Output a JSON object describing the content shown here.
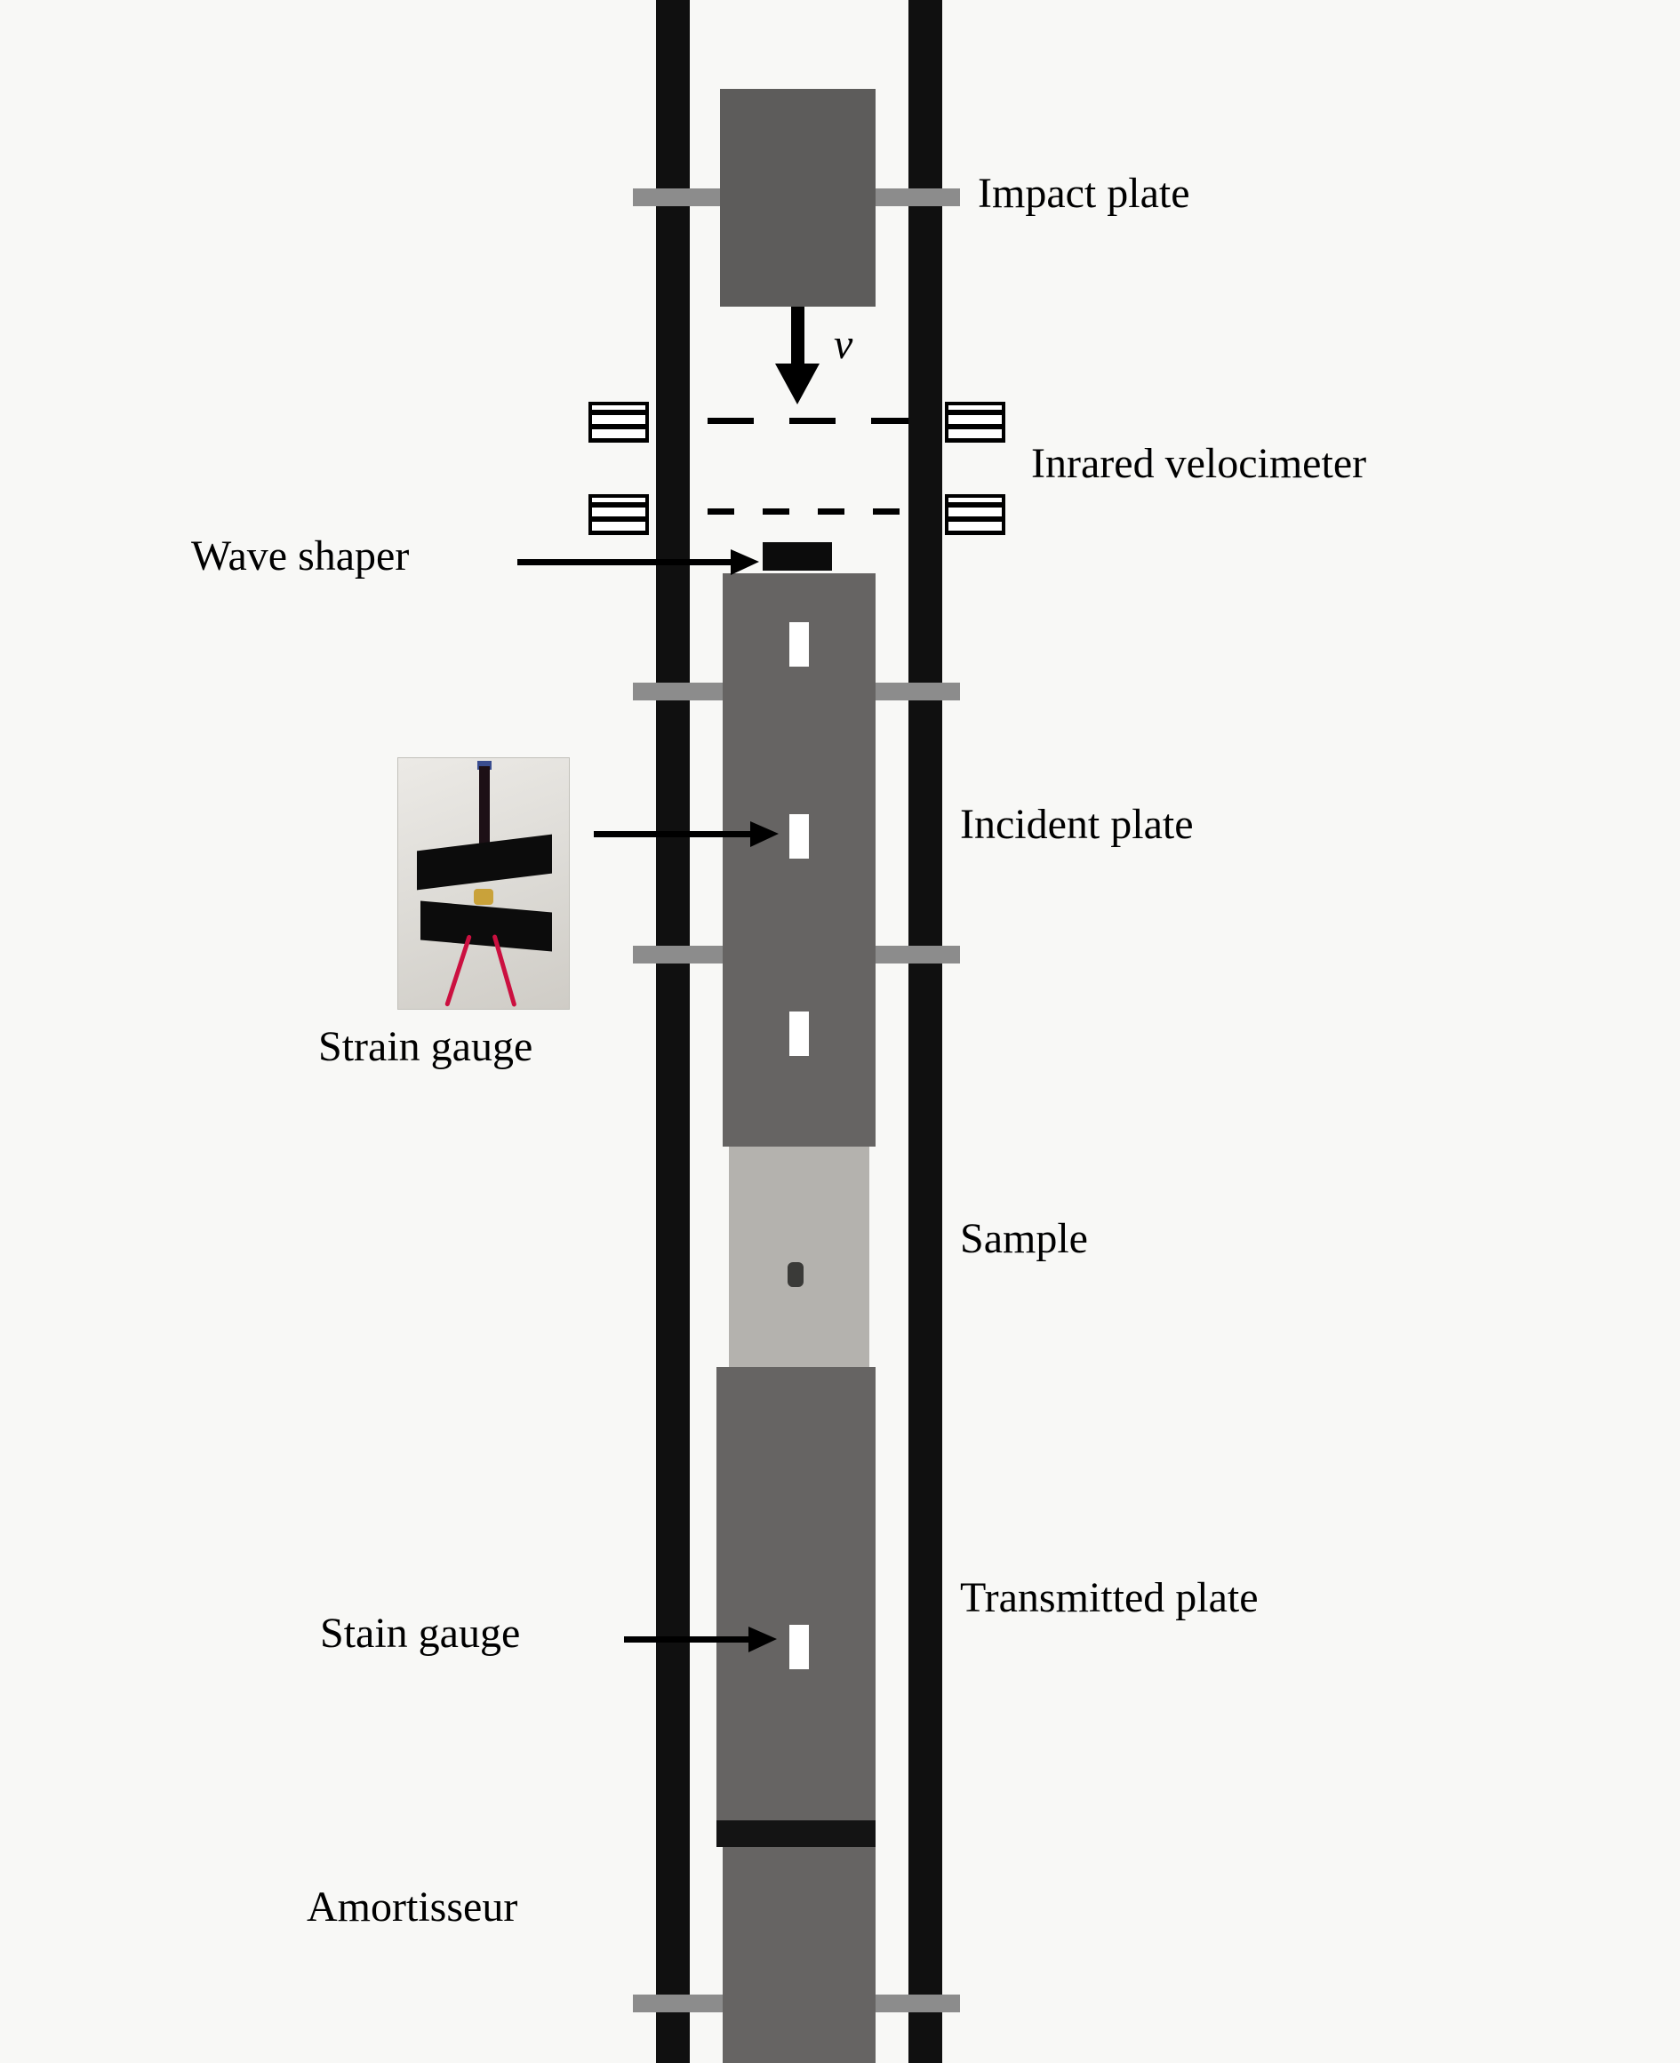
{
  "title": "Drop-weight Hopkinson bar apparatus diagram",
  "labels": {
    "impact_plate": "Impact plate",
    "velocity": "v",
    "velocimeter": "Inrared velocimeter",
    "wave_shaper": "Wave shaper",
    "incident_plate": "Incident plate",
    "strain_gauge": "Strain gauge",
    "sample": "Sample",
    "transmitted_plate": "Transmitted plate",
    "stain_gauge": "Stain gauge",
    "amortisseur": "Amortisseur"
  },
  "colors": {
    "background": "#f8f8f6",
    "rail": "#101010",
    "plate_gray": "#666463",
    "sample_gray": "#b4b2ae",
    "crossbar_gray": "#8c8c8c",
    "wave_shaper_black": "#0c0c0c",
    "text": "#000000",
    "wire_red": "#cb1040"
  },
  "icons": {
    "down_arrow": "velocity-direction-arrow",
    "sensor_block": "infrared-sensor-stripes"
  }
}
